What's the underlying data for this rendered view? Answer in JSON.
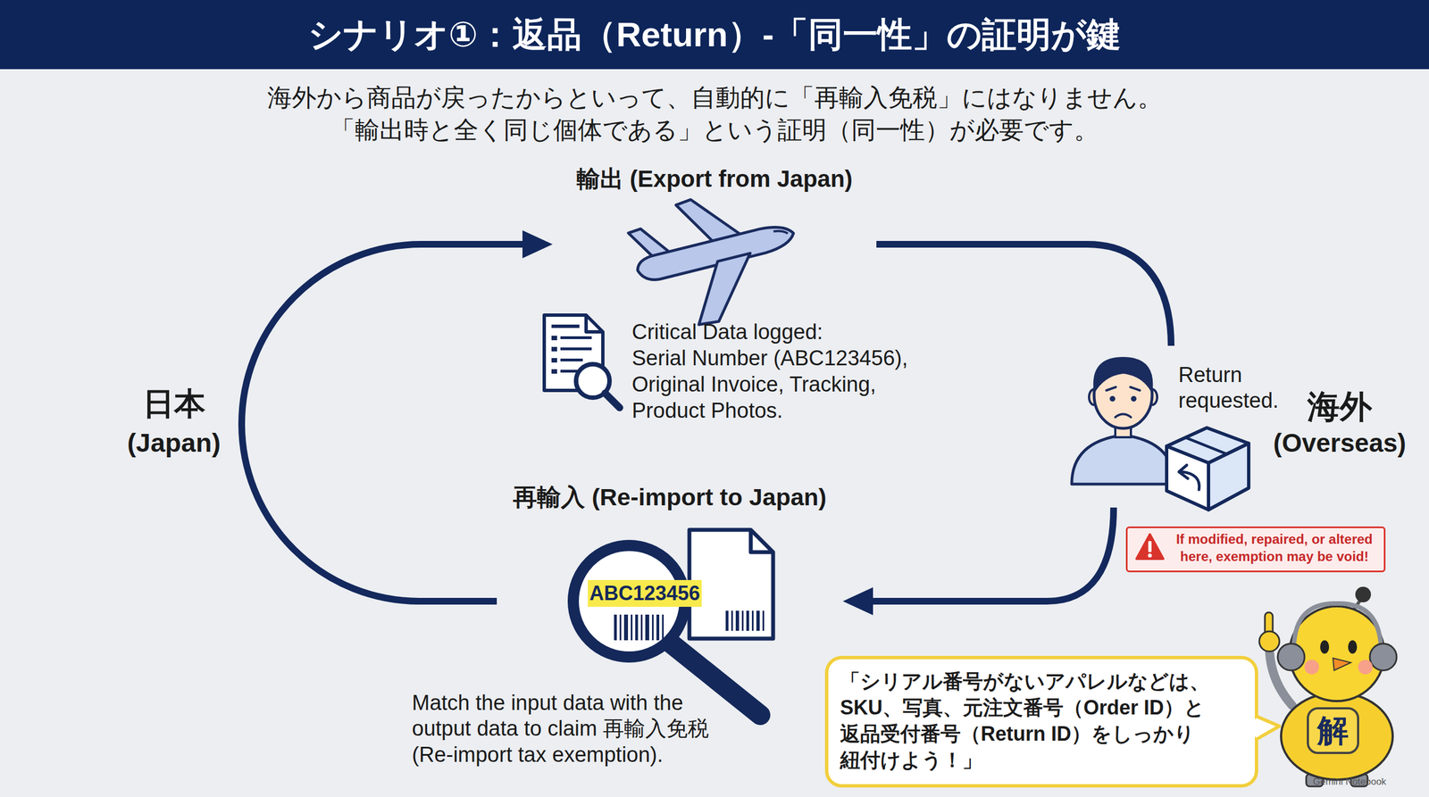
{
  "diagram": {
    "title": "シナリオ①：返品（Return）-「同一性」の証明が鍵",
    "nodes": [
      {
        "text": [
          "日本",
          "(Japan)"
        ]
      },
      {
        "text": [
          "輸出 (Export from Japan)"
        ]
      },
      {
        "text": [
          "Return requested.",
          "海外",
          "(Overseas)"
        ]
      },
      {
        "text": [
          "再輸入 (Re-import to Japan)"
        ]
      },
      {
        "text": [
          "If modified, repaired, or altered",
          "here, exemption may be void!"
        ]
      },
      {
        "text": [
          "「シリアル番号がないアパレルなどは、",
          "SKU、写真、元注文番号（Order ID）と",
          "返品受付番号（Return ID）をしっかり",
          "紐付けよう！」"
        ]
      }
    ],
    "edges": [
      {
        "from": 0,
        "to": 1,
        "arrow": "to"
      },
      {
        "from": 1,
        "to": 2,
        "arrow": "none"
      },
      {
        "from": 2,
        "to": 3,
        "arrow": "to"
      },
      {
        "from": 3,
        "to": 0,
        "arrow": "none"
      }
    ],
    "labels": [
      "海外から商品が戻ったからといって、自動的に「再輸入免税」にはなりません。",
      "「輸出時と全く同じ個体である」という証明（同一性）が必要です。",
      "Critical Data logged:",
      "Serial Number (ABC123456),",
      "Original Invoice, Tracking,",
      "Product Photos.",
      "ABC123456",
      "Match the input data with the",
      "output data to claim 再輸入免税",
      "(Re-import tax exemption).",
      "解",
      "Gemini Notebook"
    ]
  }
}
